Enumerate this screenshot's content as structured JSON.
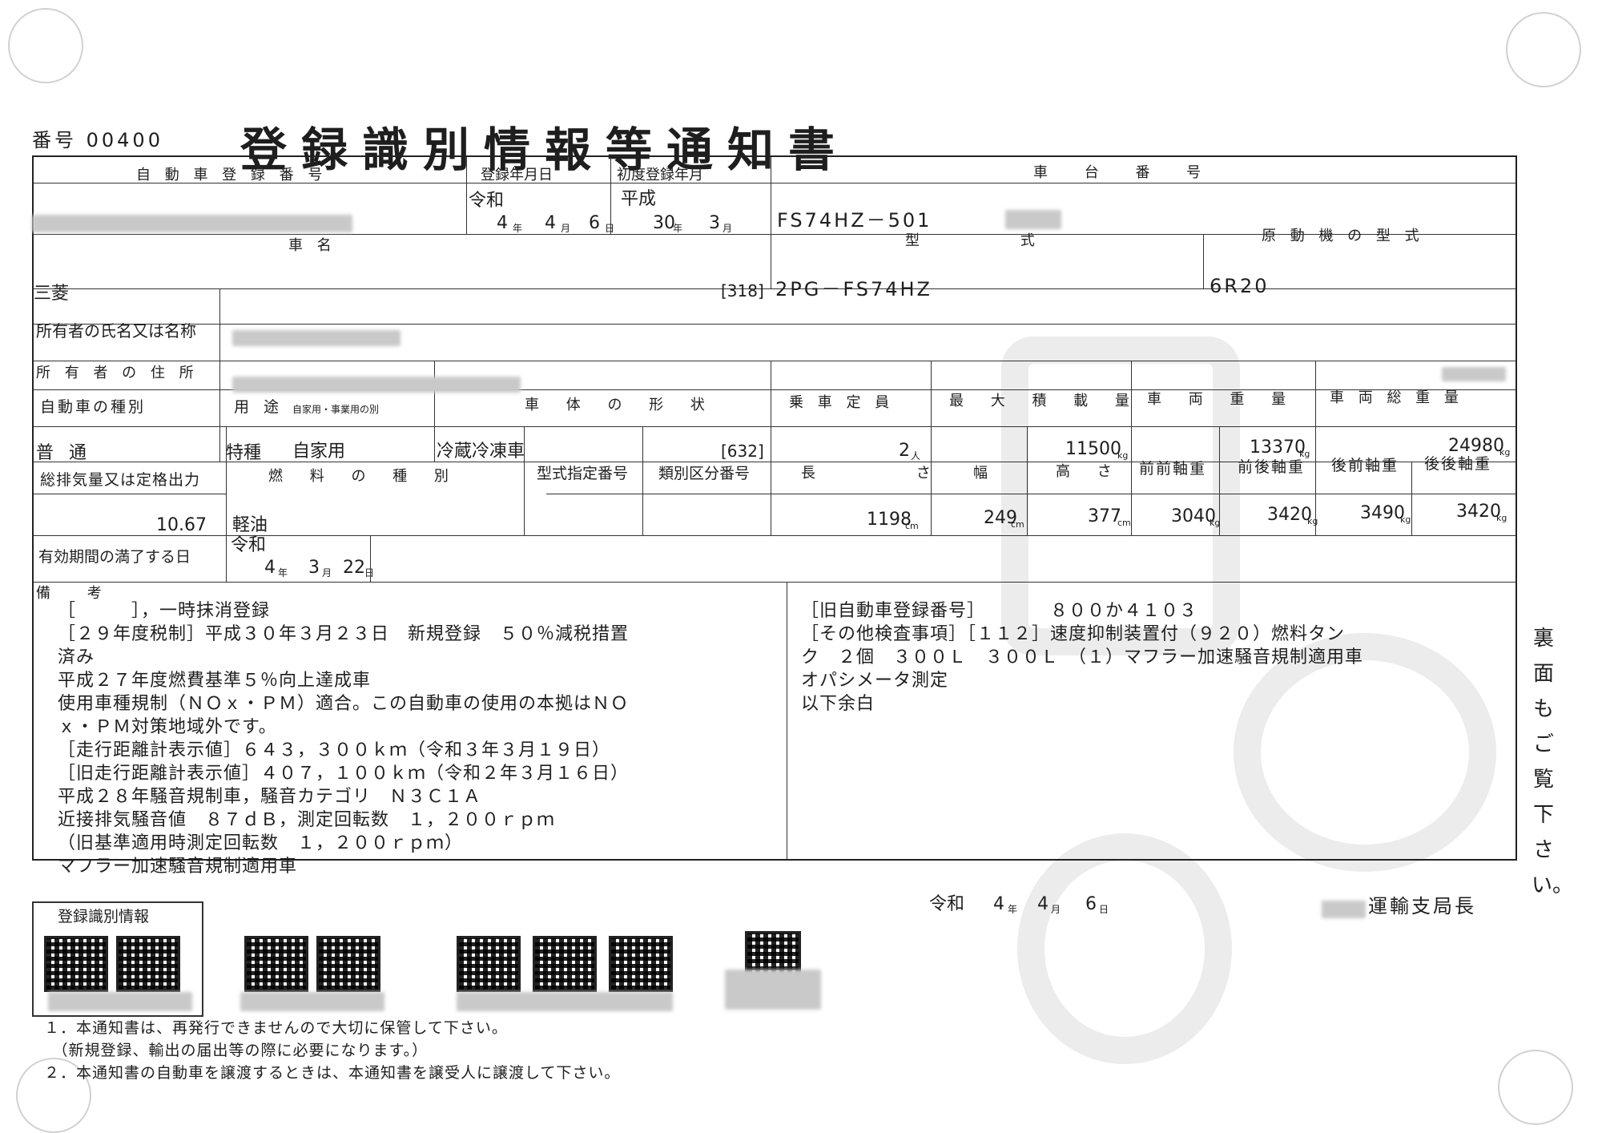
{
  "header": {
    "doc_number": "番号 00400",
    "title": "登録識別情報等通知書"
  },
  "table_labels": {
    "vehicle_reg_number": "自 動 車 登 録 番 号",
    "reg_date": "登録年月日",
    "first_reg_date": "初度登録年月",
    "chassis_number": "車 台 番 号",
    "car_name": "車 名",
    "model": "型 式",
    "engine_model": "原 動 機 の 型 式",
    "owner_name": "所有者の氏名又は名称",
    "owner_address": "所 有 者 の 住 所",
    "vehicle_type": "自動車の種別",
    "use": "用 途",
    "private_business": "自家用・事業用の別",
    "body_shape": "車 体 の 形 状",
    "capacity": "乗 車 定 員",
    "max_load": "最 大 積 載 量",
    "vehicle_weight": "車 両 重 量",
    "gross_weight": "車 両 総 重 量",
    "displacement": "総排気量又は定格出力",
    "fuel_type": "燃 料 の 種 別",
    "type_designation": "型式指定番号",
    "category_number": "類別区分番号",
    "length": "長 さ",
    "width": "幅",
    "height": "高 さ",
    "ff_axle": "前前軸重",
    "fr_axle": "前後軸重",
    "rf_axle": "後前軸重",
    "rr_axle": "後後軸重",
    "valid_until": "有効期間の満了する日",
    "remarks": "備 考"
  },
  "values": {
    "reg_era": "令和",
    "reg_y": "4",
    "reg_m": "4",
    "reg_d": "6",
    "first_era": "平成",
    "first_y": "30",
    "first_m": "3",
    "chassis": "FS74HZ－501",
    "car_name": "三菱",
    "car_code": "[318]",
    "model": "2PG－FS74HZ",
    "engine": "6R20",
    "vehicle_type": "普 通",
    "use": "特種",
    "private_business": "自家用",
    "body_shape": "冷蔵冷凍車",
    "body_code": "[632]",
    "capacity": "2",
    "max_load": "11500",
    "vehicle_weight": "13370",
    "gross_weight": "24980",
    "displacement": "10.67",
    "fuel": "軽油",
    "length": "1198",
    "width": "249",
    "height": "377",
    "ff_axle": "3040",
    "fr_axle": "3420",
    "rf_axle": "3490",
    "rr_axle": "3420",
    "valid_era": "令和",
    "valid_y": "4",
    "valid_m": "3",
    "valid_d": "22"
  },
  "units": {
    "year": "年",
    "month": "月",
    "day": "日",
    "person": "人",
    "kg": "kg",
    "cm": "cm"
  },
  "remarks_left": [
    "［　　　］，一時抹消登録",
    "［２９年度税制］平成３０年３月２３日　新規登録　５０％減税措置",
    "済み",
    "平成２７年度燃費基準５％向上達成車",
    "使用車種規制（ＮＯｘ・ＰＭ）適合。この自動車の使用の本拠はＮＯ",
    "ｘ・ＰＭ対策地域外です。",
    "［走行距離計表示値］６４３，３００ｋｍ（令和３年３月１９日）",
    "［旧走行距離計表示値］４０７，１００ｋｍ（令和２年３月１６日）",
    "平成２８年騒音規制車，騒音カテゴリ　Ｎ３Ｃ１Ａ",
    "近接排気騒音値　８７ｄＢ，測定回転数　１，２００ｒｐｍ",
    "（旧基準適用時測定回転数　１，２００ｒｐｍ）",
    "マフラー加速騒音規制適用車"
  ],
  "remarks_right": [
    "［旧自動車登録番号］　　　　８００か４１０３",
    "［その他検査事項］［１１２］速度抑制装置付（９２０）燃料タン",
    "ク　２個　３００Ｌ　３００Ｌ　（１）マフラー加速騒音規制適用車",
    "オパシメータ測定",
    "以下余白"
  ],
  "issue": {
    "era": "令和",
    "y": "4",
    "m": "4",
    "d": "6",
    "authority": "運輸支局長"
  },
  "side_text": "裏面もご覧下さい。",
  "qr_label": "登録識別情報",
  "notes": [
    "１．本通知書は、再発行できませんので大切に保管して下さい。",
    "　（新規登録、輸出の届出等の際に必要になります。）",
    "２．本通知書の自動車を譲渡するときは、本通知書を譲受人に譲渡して下さい。"
  ]
}
